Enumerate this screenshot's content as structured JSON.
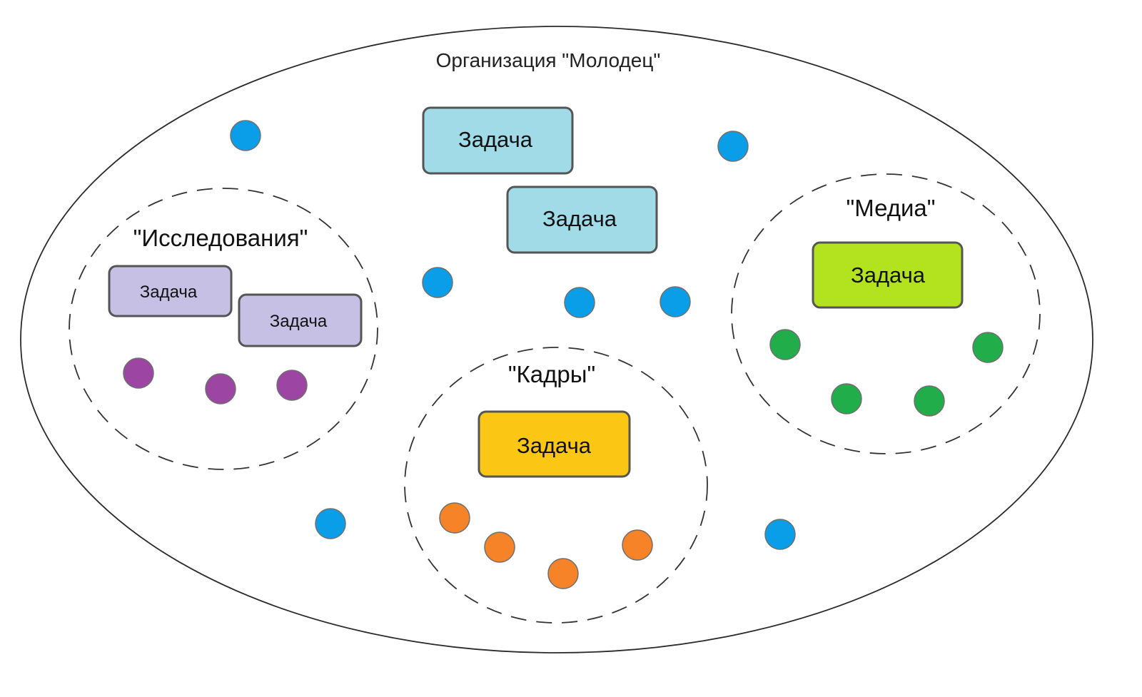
{
  "organization": {
    "title": "Организация \"Молодец\""
  },
  "groups": {
    "research": {
      "title": "\"Исследования\""
    },
    "media": {
      "title": "\"Медиа\""
    },
    "hr": {
      "title": "\"Кадры\""
    }
  },
  "tasks": {
    "label": "Задача"
  },
  "colors": {
    "org_member": "#0a9ee8",
    "org_task": "#a1dbe8",
    "research_task": "#c6c0e4",
    "research_member": "#9c45a3",
    "media_task": "#b3e31f",
    "media_member": "#21ad49",
    "hr_task": "#fbc614",
    "hr_member": "#f68328"
  }
}
